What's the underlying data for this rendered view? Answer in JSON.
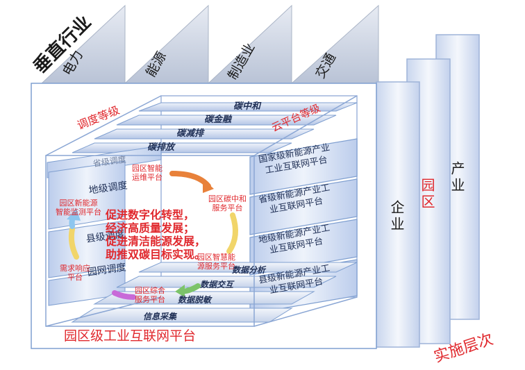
{
  "vertical_industries": {
    "title": "垂直行业",
    "sectors": [
      "电力",
      "能源",
      "制造业",
      "交通"
    ]
  },
  "implementation": {
    "title": "实施层次",
    "columns": [
      "企业",
      "园区",
      "产业"
    ]
  },
  "cube": {
    "bottom_title": "园区级工业互联网平台",
    "dispatch_label": "调度等级",
    "cloud_label": "云平台等级",
    "top_layers": [
      "碳中和",
      "碳金融",
      "碳减排",
      "碳排放"
    ],
    "bottom_layers": [
      "数据分析",
      "数据交互",
      "数据脱敏",
      "信息采集"
    ],
    "left_levels": [
      "省级调度",
      "地级调度",
      "县级调度",
      "园网调度"
    ],
    "right_panels": [
      "国家级新能源产业\n工业互联网平台",
      "省级新能源产业工\n业互联网平台",
      "地级新能源产业工\n业互联网平台",
      "县级新能源产业工\n业互联网平台"
    ],
    "services": {
      "ops": "园区智能\n运维平台",
      "monitor": "园区新能源\n智能监测平台",
      "carbon": "园区碳中和\n服务平台",
      "demand": "需求响应\n平台",
      "energy": "园区智慧能\n源服务平台",
      "general": "园区综合\n服务平台"
    },
    "center_text": "促进数字化转型，\n经济高质量发展；\n促进清洁能源发展，\n助推双碳目标实现。"
  },
  "colors": {
    "red": "#e0282d",
    "panel_blue": "#9bb4dc",
    "frame_blue": "#7f9fd0",
    "arrow_orange": "#e8813a",
    "arrow_green": "#7cc36a",
    "arrow_yellow": "#f1d56a",
    "arrow_purple": "#c86ad8",
    "arrow_blue": "#8dc6ef"
  }
}
